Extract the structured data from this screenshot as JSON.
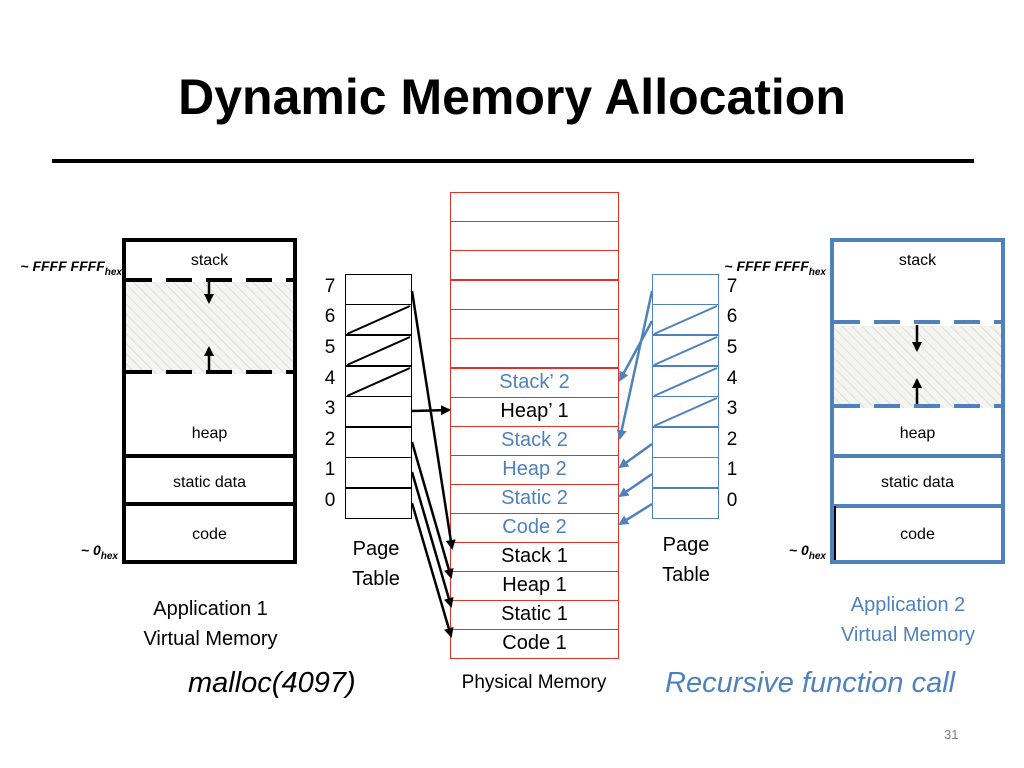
{
  "title": "Dynamic Memory Allocation",
  "app1": {
    "segments": {
      "stack": "stack",
      "heap": "heap",
      "static": "static data",
      "code": "code"
    },
    "addr_high": "~ FFFF FFFF",
    "addr_high_sub": "hex",
    "addr_low": "~ 0",
    "addr_low_sub": "hex",
    "caption_line1": "Application 1",
    "caption_line2": "Virtual Memory"
  },
  "app2": {
    "segments": {
      "stack": "stack",
      "heap": "heap",
      "static": "static data",
      "code": "code"
    },
    "addr_high": "~ FFFF FFFF",
    "addr_high_sub": "hex",
    "addr_low": "~ 0",
    "addr_low_sub": "hex",
    "caption_line1": "Application 2",
    "caption_line2": "Virtual Memory"
  },
  "page_table_numbers": [
    "7",
    "6",
    "5",
    "4",
    "3",
    "2",
    "1",
    "0"
  ],
  "page_table_caption_line1": "Page",
  "page_table_caption_line2": "Table",
  "physical_memory": {
    "caption": "Physical Memory",
    "blank_rows": 6,
    "rows": [
      {
        "label": "Stack’ 2",
        "color": "#4f81bd"
      },
      {
        "label": "Heap’ 1",
        "color": "#000000"
      },
      {
        "label": "Stack 2",
        "color": "#4f81bd"
      },
      {
        "label": "Heap 2",
        "color": "#4f81bd"
      },
      {
        "label": "Static 2",
        "color": "#4f81bd"
      },
      {
        "label": "Code 2",
        "color": "#4f81bd"
      },
      {
        "label": "Stack 1",
        "color": "#000000"
      },
      {
        "label": "Heap 1",
        "color": "#000000"
      },
      {
        "label": "Static 1",
        "color": "#000000"
      },
      {
        "label": "Code 1",
        "color": "#000000"
      }
    ]
  },
  "malloc_label": "malloc(4097)",
  "recursive_label": "Recursive function call",
  "slide_number": "31",
  "colors": {
    "app2_blue": "#4f81bd",
    "physical_red": "#e0312a"
  }
}
